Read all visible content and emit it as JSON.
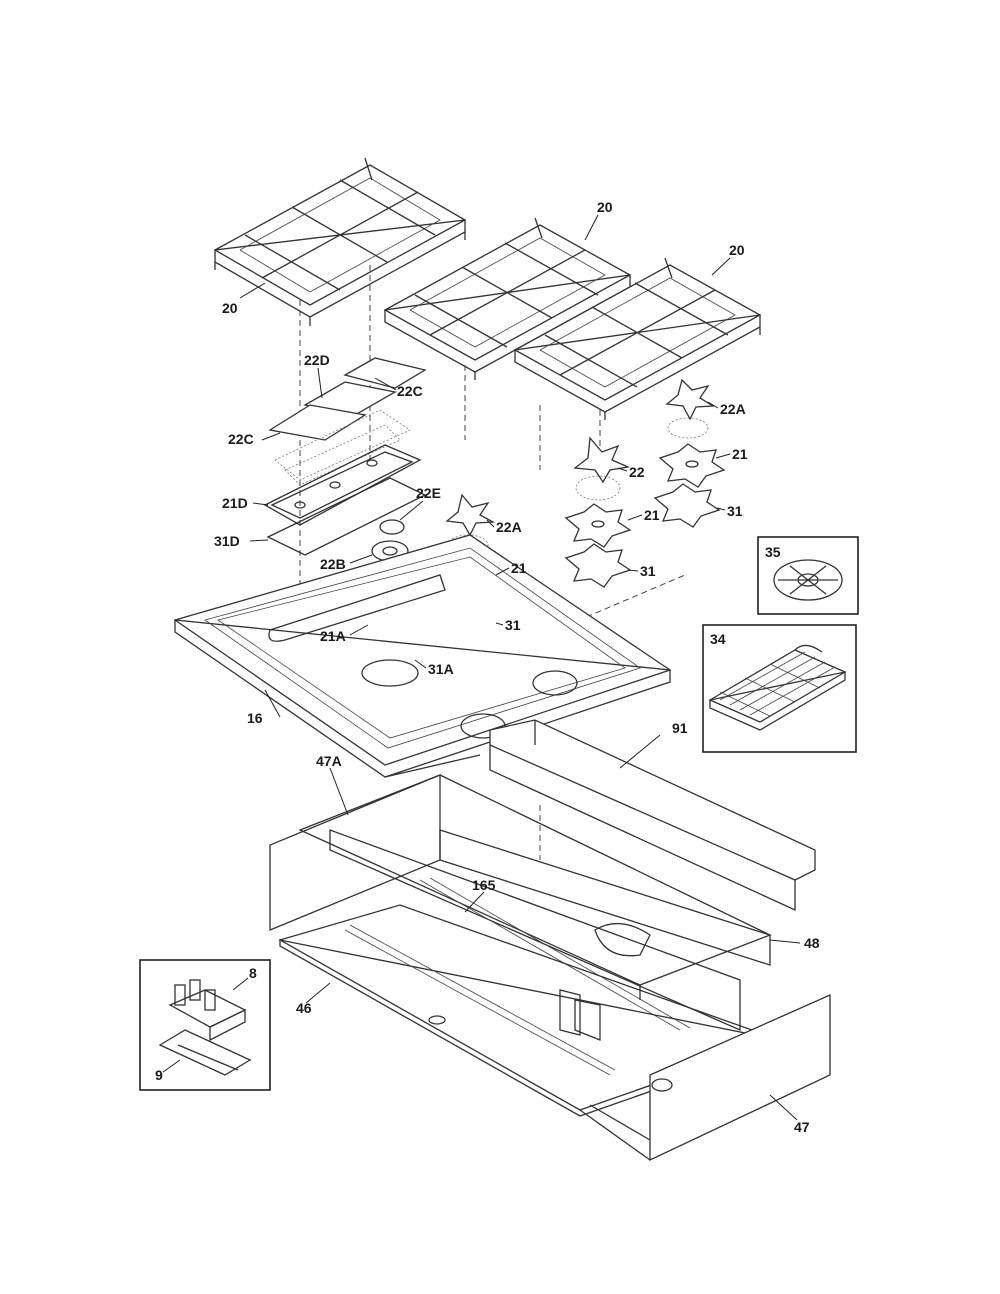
{
  "labels": {
    "grate_left": "20",
    "grate_mid": "20",
    "grate_right": "20",
    "l22D": "22D",
    "l22C_top": "22C",
    "l22C_left": "22C",
    "l21D": "21D",
    "l31D": "31D",
    "l22E": "22E",
    "l22B": "22B",
    "l22A_mid": "22A",
    "l21_mid": "21",
    "l31_mid": "31",
    "l21A": "21A",
    "l31A": "31A",
    "l22A_right": "22A",
    "l22_right": "22",
    "l21_right_top": "21",
    "l31_right_top": "31",
    "l21_right_bot": "21",
    "l31_right_bot": "31",
    "l35": "35",
    "l34": "34",
    "l91": "91",
    "l16": "16",
    "l47A": "47A",
    "l165": "165",
    "l48": "48",
    "l46": "46",
    "l47": "47",
    "l8": "8",
    "l9": "9"
  }
}
